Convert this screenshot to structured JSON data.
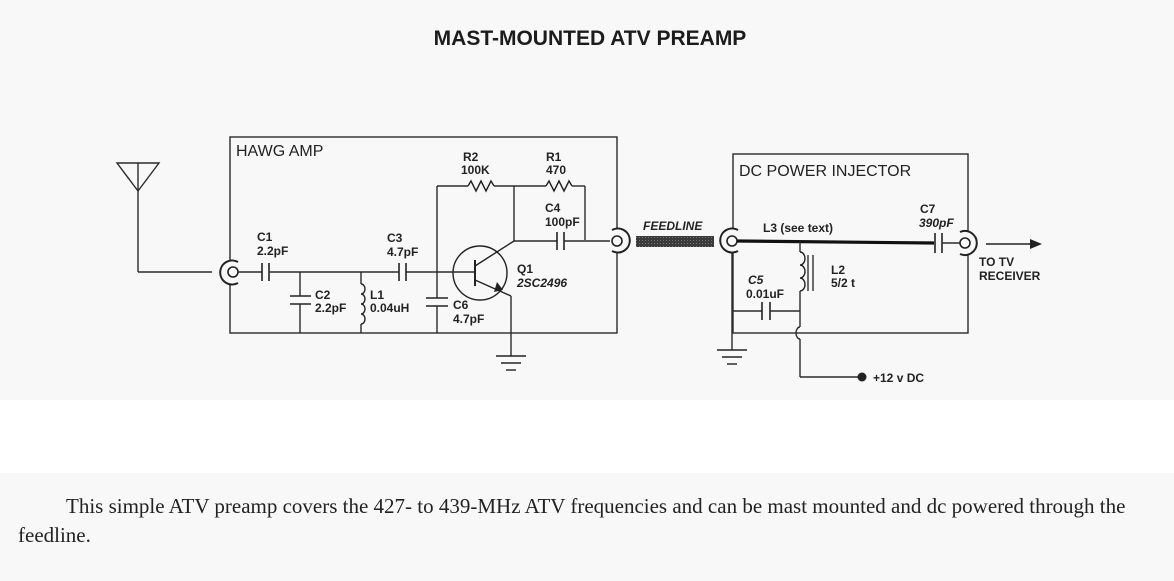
{
  "title": "MAST-MOUNTED ATV PREAMP",
  "diagram": {
    "amp_box_label": "HAWG AMP",
    "injector_box_label": "DC POWER INJECTOR",
    "feedline_label": "FEEDLINE",
    "components": {
      "C1": {
        "name": "C1",
        "value": "2.2pF"
      },
      "C2": {
        "name": "C2",
        "value": "2.2pF"
      },
      "C3": {
        "name": "C3",
        "value": "4.7pF"
      },
      "C4": {
        "name": "C4",
        "value": "100pF"
      },
      "C5": {
        "name": "C5",
        "value": "0.01uF"
      },
      "C6": {
        "name": "C6",
        "value": "4.7pF"
      },
      "C7": {
        "name": "C7",
        "value": "390pF"
      },
      "L1": {
        "name": "L1",
        "value": "0.04uH"
      },
      "L2": {
        "name": "L2",
        "value": "5/2 t"
      },
      "L3": {
        "name": "L3 (see text)"
      },
      "R1": {
        "name": "R1",
        "value": "470"
      },
      "R2": {
        "name": "R2",
        "value": "100K"
      },
      "Q1": {
        "name": "Q1",
        "value": "2SC2496"
      }
    },
    "output_label_line1": "TO TV",
    "output_label_line2": "RECEIVER",
    "power_label": "+12 v DC"
  },
  "caption": "This simple ATV preamp covers the 427- to 439-MHz ATV frequencies and can be mast mounted and dc powered through the feedline."
}
